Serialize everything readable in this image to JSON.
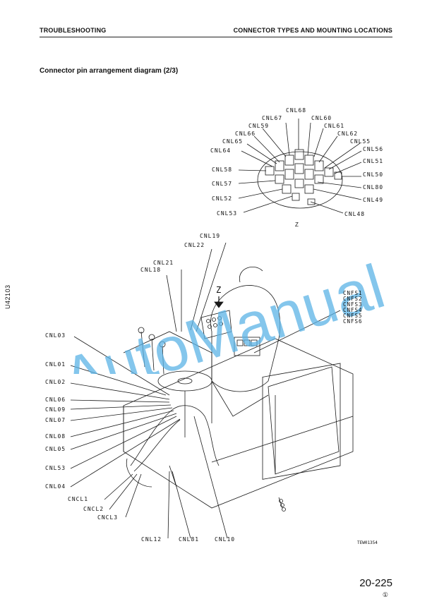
{
  "header": {
    "left": "TROUBLESHOOTING",
    "right": "CONNECTOR TYPES AND MOUNTING LOCATIONS"
  },
  "section_title": "Connector pin arrangement diagram (2/3)",
  "side_code": "U42103",
  "watermark": "AutoManual",
  "view_z": {
    "caption": "Z",
    "arrow_label": "Z"
  },
  "labels_z": [
    "CNL68",
    "CNL67",
    "CNL60",
    "CNL59",
    "CNL61",
    "CNL66",
    "CNL62",
    "CNL65",
    "CNL55",
    "CNL64",
    "CNL56",
    "CNL51",
    "CNL58",
    "CNL50",
    "CNL57",
    "CNL80",
    "CNL52",
    "CNL49",
    "CNL53",
    "CNL48"
  ],
  "labels_main": [
    "CNL19",
    "CNL22",
    "CNL21",
    "CNL18",
    "CNL03",
    "CNL01",
    "CNL02",
    "CNL06",
    "CNL09",
    "CNL07",
    "CNL08",
    "CNL05",
    "CNL53",
    "CNL04",
    "CNCL1",
    "CNCL2",
    "CNCL3",
    "CNL12",
    "CNL81",
    "CNL10"
  ],
  "labels_fs": [
    "CNFS1",
    "CNFS2",
    "CNFS3",
    "CNFS4",
    "CNFS5",
    "CNFS6"
  ],
  "figure_code": "TEW01354",
  "page_number": "20-225",
  "revision_mark": "①",
  "colors": {
    "watermark": "#5bb3e6",
    "line": "#1a1a1a"
  }
}
